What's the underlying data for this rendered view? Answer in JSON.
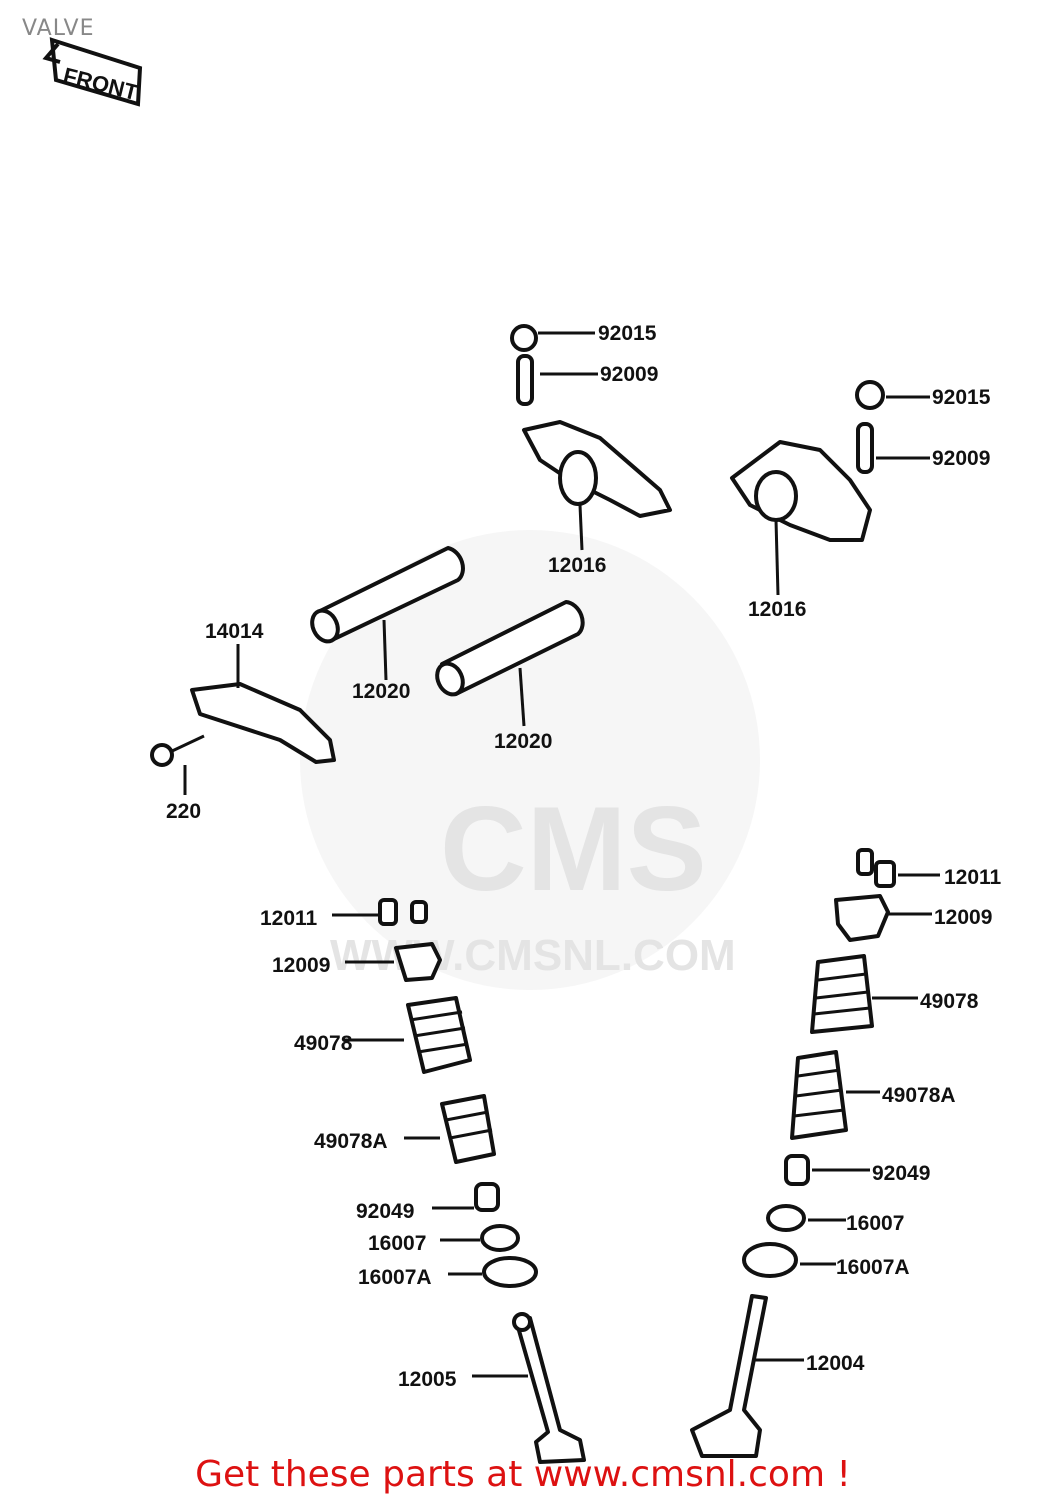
{
  "title": "VALVE",
  "front_label": "FRONT",
  "watermark": {
    "logo": "CMS",
    "url": "WWW.CMSNL.COM"
  },
  "parts": {
    "p92015_a": "92015",
    "p92009_a": "92009",
    "p92015_b": "92015",
    "p92009_b": "92009",
    "p12016_a": "12016",
    "p12016_b": "12016",
    "p14014": "14014",
    "p12020_a": "12020",
    "p12020_b": "12020",
    "p220": "220",
    "p12011_l": "12011",
    "p12009_l": "12009",
    "p49078_l": "49078",
    "p49078A_l": "49078A",
    "p92049_l": "92049",
    "p16007_l": "16007",
    "p16007A_l": "16007A",
    "p12005": "12005",
    "p12011_r": "12011",
    "p12009_r": "12009",
    "p49078_r": "49078",
    "p49078A_r": "49078A",
    "p92049_r": "92049",
    "p16007_r": "16007",
    "p16007A_r": "16007A",
    "p12004": "12004"
  },
  "footer": "Get these parts at www.cmsnl.com !",
  "colors": {
    "footer": "#dd1111",
    "line": "#111111",
    "watermark": "#e4e4e4"
  }
}
